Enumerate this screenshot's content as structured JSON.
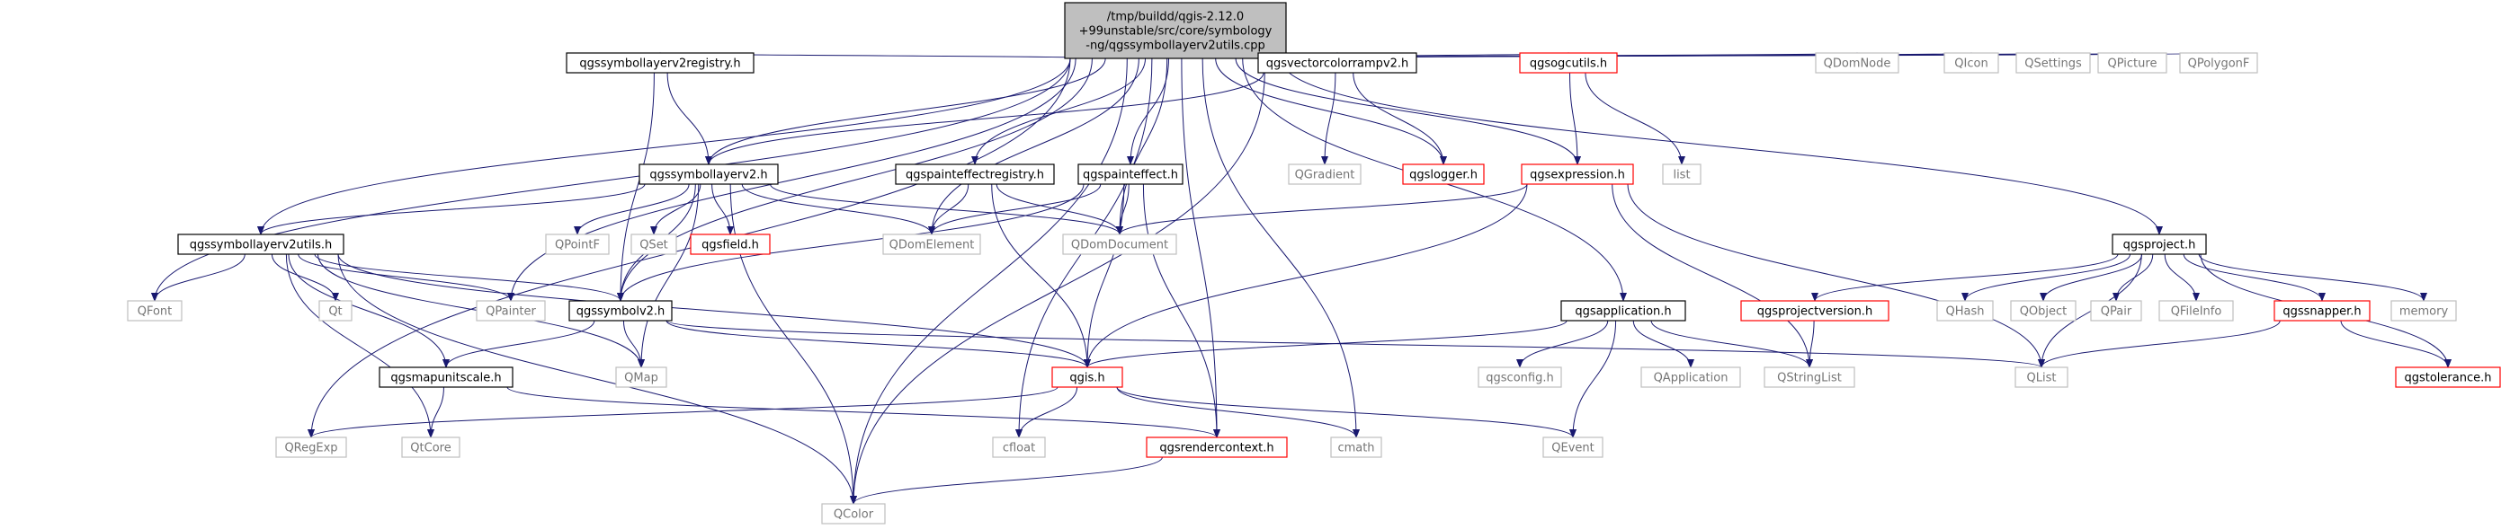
{
  "diagram": {
    "nodes": [
      {
        "id": "root",
        "label_lines": [
          "/tmp/buildd/qgis-2.12.0",
          "+99unstable/src/core/symbology",
          "-ng/qgssymbollayerv2utils.cpp"
        ],
        "style": "root"
      },
      {
        "id": "registry",
        "label_lines": [
          "qgssymbollayerv2registry.h"
        ],
        "style": "normal"
      },
      {
        "id": "colorramp",
        "label_lines": [
          "qgsvectorcolorrampv2.h"
        ],
        "style": "normal"
      },
      {
        "id": "ogcutils",
        "label_lines": [
          "qgsogcutils.h"
        ],
        "style": "red"
      },
      {
        "id": "QDomNode",
        "label_lines": [
          "QDomNode"
        ],
        "style": "gray"
      },
      {
        "id": "QIcon",
        "label_lines": [
          "QIcon"
        ],
        "style": "gray"
      },
      {
        "id": "QSettings",
        "label_lines": [
          "QSettings"
        ],
        "style": "gray"
      },
      {
        "id": "QPicture",
        "label_lines": [
          "QPicture"
        ],
        "style": "gray"
      },
      {
        "id": "QPolygonF",
        "label_lines": [
          "QPolygonF"
        ],
        "style": "gray"
      },
      {
        "id": "symlayer",
        "label_lines": [
          "qgssymbollayerv2.h"
        ],
        "style": "normal"
      },
      {
        "id": "painteffectreg",
        "label_lines": [
          "qgspainteffectregistry.h"
        ],
        "style": "normal"
      },
      {
        "id": "painteffect",
        "label_lines": [
          "qgspainteffect.h"
        ],
        "style": "normal"
      },
      {
        "id": "QGradient",
        "label_lines": [
          "QGradient"
        ],
        "style": "gray"
      },
      {
        "id": "logger",
        "label_lines": [
          "qgslogger.h"
        ],
        "style": "red"
      },
      {
        "id": "expression",
        "label_lines": [
          "qgsexpression.h"
        ],
        "style": "red"
      },
      {
        "id": "list",
        "label_lines": [
          "list"
        ],
        "style": "gray"
      },
      {
        "id": "symlayerutils",
        "label_lines": [
          "qgssymbollayerv2utils.h"
        ],
        "style": "normal"
      },
      {
        "id": "QPointF",
        "label_lines": [
          "QPointF"
        ],
        "style": "gray"
      },
      {
        "id": "QSet",
        "label_lines": [
          "QSet"
        ],
        "style": "gray"
      },
      {
        "id": "field",
        "label_lines": [
          "qgsfield.h"
        ],
        "style": "red"
      },
      {
        "id": "QDomElement",
        "label_lines": [
          "QDomElement"
        ],
        "style": "gray"
      },
      {
        "id": "QDomDocument",
        "label_lines": [
          "QDomDocument"
        ],
        "style": "gray"
      },
      {
        "id": "project",
        "label_lines": [
          "qgsproject.h"
        ],
        "style": "normal"
      },
      {
        "id": "QFont",
        "label_lines": [
          "QFont"
        ],
        "style": "gray"
      },
      {
        "id": "Qt",
        "label_lines": [
          "Qt"
        ],
        "style": "gray"
      },
      {
        "id": "QPainter",
        "label_lines": [
          "QPainter"
        ],
        "style": "gray"
      },
      {
        "id": "symbolv2",
        "label_lines": [
          "qgssymbolv2.h"
        ],
        "style": "normal"
      },
      {
        "id": "application",
        "label_lines": [
          "qgsapplication.h"
        ],
        "style": "normal"
      },
      {
        "id": "projectversion",
        "label_lines": [
          "qgsprojectversion.h"
        ],
        "style": "red"
      },
      {
        "id": "QHash",
        "label_lines": [
          "QHash"
        ],
        "style": "gray"
      },
      {
        "id": "QObject",
        "label_lines": [
          "QObject"
        ],
        "style": "gray"
      },
      {
        "id": "QPair",
        "label_lines": [
          "QPair"
        ],
        "style": "gray"
      },
      {
        "id": "QFileInfo",
        "label_lines": [
          "QFileInfo"
        ],
        "style": "gray"
      },
      {
        "id": "snapper",
        "label_lines": [
          "qgssnapper.h"
        ],
        "style": "red"
      },
      {
        "id": "memory",
        "label_lines": [
          "memory"
        ],
        "style": "gray"
      },
      {
        "id": "mapunitscale",
        "label_lines": [
          "qgsmapunitscale.h"
        ],
        "style": "normal"
      },
      {
        "id": "QMap",
        "label_lines": [
          "QMap"
        ],
        "style": "gray"
      },
      {
        "id": "qgis",
        "label_lines": [
          "qgis.h"
        ],
        "style": "red"
      },
      {
        "id": "qgsconfig",
        "label_lines": [
          "qgsconfig.h"
        ],
        "style": "gray"
      },
      {
        "id": "QApplication",
        "label_lines": [
          "QApplication"
        ],
        "style": "gray"
      },
      {
        "id": "QStringList",
        "label_lines": [
          "QStringList"
        ],
        "style": "gray"
      },
      {
        "id": "QList",
        "label_lines": [
          "QList"
        ],
        "style": "gray"
      },
      {
        "id": "tolerance",
        "label_lines": [
          "qgstolerance.h"
        ],
        "style": "red"
      },
      {
        "id": "QRegExp",
        "label_lines": [
          "QRegExp"
        ],
        "style": "gray"
      },
      {
        "id": "QtCore",
        "label_lines": [
          "QtCore"
        ],
        "style": "gray"
      },
      {
        "id": "cfloat",
        "label_lines": [
          "cfloat"
        ],
        "style": "gray"
      },
      {
        "id": "rendercontext",
        "label_lines": [
          "qgsrendercontext.h"
        ],
        "style": "red"
      },
      {
        "id": "cmath",
        "label_lines": [
          "cmath"
        ],
        "style": "gray"
      },
      {
        "id": "QEvent",
        "label_lines": [
          "QEvent"
        ],
        "style": "gray"
      },
      {
        "id": "QColor",
        "label_lines": [
          "QColor"
        ],
        "style": "gray"
      }
    ],
    "edges": [
      [
        "root",
        "registry"
      ],
      [
        "root",
        "colorramp"
      ],
      [
        "root",
        "ogcutils"
      ],
      [
        "root",
        "QDomNode"
      ],
      [
        "root",
        "QIcon"
      ],
      [
        "root",
        "QSettings"
      ],
      [
        "root",
        "QPicture"
      ],
      [
        "root",
        "QPolygonF"
      ],
      [
        "root",
        "symlayer"
      ],
      [
        "root",
        "painteffectreg"
      ],
      [
        "root",
        "painteffect"
      ],
      [
        "root",
        "logger"
      ],
      [
        "root",
        "expression"
      ],
      [
        "root",
        "symlayerutils"
      ],
      [
        "root",
        "QDomElement"
      ],
      [
        "root",
        "QDomDocument"
      ],
      [
        "root",
        "project"
      ],
      [
        "root",
        "QFont"
      ],
      [
        "root",
        "QPainter"
      ],
      [
        "root",
        "symbolv2"
      ],
      [
        "root",
        "application"
      ],
      [
        "root",
        "QRegExp"
      ],
      [
        "root",
        "cfloat"
      ],
      [
        "root",
        "rendercontext"
      ],
      [
        "root",
        "cmath"
      ],
      [
        "root",
        "QColor"
      ],
      [
        "registry",
        "symlayer"
      ],
      [
        "registry",
        "symbolv2"
      ],
      [
        "colorramp",
        "symlayer"
      ],
      [
        "colorramp",
        "QGradient"
      ],
      [
        "colorramp",
        "logger"
      ],
      [
        "colorramp",
        "QColor"
      ],
      [
        "ogcutils",
        "expression"
      ],
      [
        "ogcutils",
        "list"
      ],
      [
        "symlayer",
        "symlayerutils"
      ],
      [
        "symlayer",
        "QPointF"
      ],
      [
        "symlayer",
        "QSet"
      ],
      [
        "symlayer",
        "field"
      ],
      [
        "symlayer",
        "QDomElement"
      ],
      [
        "symlayer",
        "QDomDocument"
      ],
      [
        "symlayer",
        "symbolv2"
      ],
      [
        "symlayer",
        "QMap"
      ],
      [
        "symlayer",
        "QColor"
      ],
      [
        "painteffectreg",
        "QDomElement"
      ],
      [
        "painteffectreg",
        "QDomDocument"
      ],
      [
        "painteffectreg",
        "qgis"
      ],
      [
        "painteffect",
        "QDomElement"
      ],
      [
        "painteffect",
        "QDomDocument"
      ],
      [
        "painteffect",
        "symbolv2"
      ],
      [
        "painteffect",
        "qgis"
      ],
      [
        "painteffect",
        "rendercontext"
      ],
      [
        "expression",
        "QDomDocument"
      ],
      [
        "expression",
        "QStringList"
      ],
      [
        "expression",
        "QList"
      ],
      [
        "expression",
        "qgis"
      ],
      [
        "symlayerutils",
        "QFont"
      ],
      [
        "symlayerutils",
        "Qt"
      ],
      [
        "symlayerutils",
        "QPainter"
      ],
      [
        "symlayerutils",
        "symbolv2"
      ],
      [
        "symlayerutils",
        "mapunitscale"
      ],
      [
        "symlayerutils",
        "QMap"
      ],
      [
        "symlayerutils",
        "qgis"
      ],
      [
        "symlayerutils",
        "QtCore"
      ],
      [
        "symlayerutils",
        "QColor"
      ],
      [
        "symbolv2",
        "mapunitscale"
      ],
      [
        "symbolv2",
        "QMap"
      ],
      [
        "symbolv2",
        "qgis"
      ],
      [
        "symbolv2",
        "QList"
      ],
      [
        "mapunitscale",
        "QtCore"
      ],
      [
        "mapunitscale",
        "rendercontext"
      ],
      [
        "application",
        "qgis"
      ],
      [
        "application",
        "qgsconfig"
      ],
      [
        "application",
        "QApplication"
      ],
      [
        "application",
        "QStringList"
      ],
      [
        "application",
        "QEvent"
      ],
      [
        "project",
        "projectversion"
      ],
      [
        "project",
        "QHash"
      ],
      [
        "project",
        "QObject"
      ],
      [
        "project",
        "QPair"
      ],
      [
        "project",
        "QFileInfo"
      ],
      [
        "project",
        "snapper"
      ],
      [
        "project",
        "memory"
      ],
      [
        "project",
        "QList"
      ],
      [
        "project",
        "tolerance"
      ],
      [
        "projectversion",
        "QStringList"
      ],
      [
        "snapper",
        "QList"
      ],
      [
        "snapper",
        "tolerance"
      ],
      [
        "qgis",
        "QRegExp"
      ],
      [
        "qgis",
        "cfloat"
      ],
      [
        "qgis",
        "cmath"
      ],
      [
        "qgis",
        "QEvent"
      ],
      [
        "rendercontext",
        "QColor"
      ]
    ],
    "colors": {
      "edge": "#191970",
      "root_fill": "#bfbfbf",
      "normal_border": "#000000",
      "red_border": "#ff0000",
      "gray_border": "#bfbfbf",
      "gray_text": "#757575"
    }
  }
}
